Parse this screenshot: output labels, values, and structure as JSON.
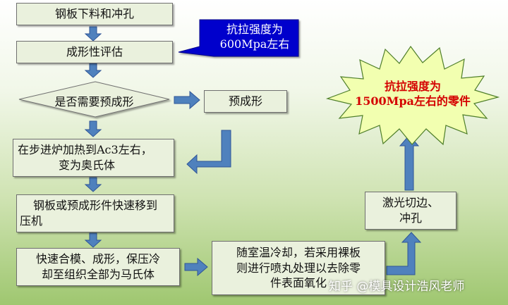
{
  "steps": {
    "s1": "钢板下料和冲孔",
    "s2": "成形性评估",
    "decision": "是否需要预成形",
    "preform": "预成形",
    "s3_l1": "在步进炉加热到Ac3左右，",
    "s3_l2": "变为奥氏体",
    "s4_l1": "钢板或预成形件快速移到",
    "s4_l2": "压机",
    "s5_l1": "快速合模、成形，保压冷",
    "s5_l2": "却至组织全部为马氏体",
    "s6_l1": "随室温冷却，若采用裸板",
    "s6_l2": "则进行喷丸处理以去除零",
    "s6_l3": "件表面氧化",
    "s7_l1": "激光切边、",
    "s7_l2": "冲孔"
  },
  "callout": {
    "line1": "抗拉强度为",
    "line2": "600Mpa左右"
  },
  "result": {
    "line1": "抗拉强度为",
    "line2": "1500Mpa左右的零件"
  },
  "watermark": "知乎 @模具设计浩风老师",
  "colors": {
    "box_fill": "#eaf1dd",
    "arrow_fill": "#4f81bd",
    "callout_fill": "#0000cc",
    "star_fill": "#f2ffb0",
    "result_text": "#d40000"
  }
}
